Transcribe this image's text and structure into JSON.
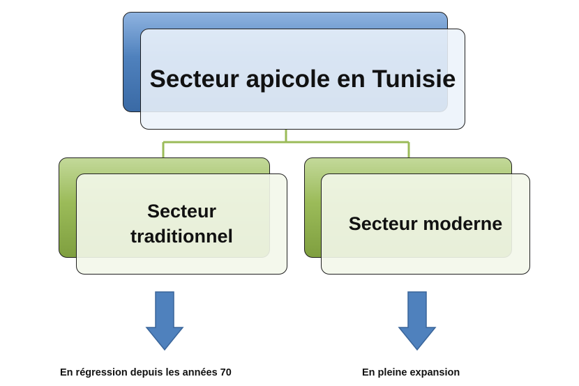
{
  "diagram": {
    "root": {
      "label": "Secteur apicole en Tunisie"
    },
    "children": [
      {
        "label_line1": "Secteur",
        "label_line2": "traditionnel",
        "caption": "En régression depuis les années 70"
      },
      {
        "label": "Secteur moderne",
        "caption": "En pleine expansion"
      }
    ]
  },
  "colors": {
    "root_accent": "#4f81bd",
    "child_accent": "#9bbb59",
    "connector": "#9bbb59",
    "arrow": "#4f81bd"
  }
}
